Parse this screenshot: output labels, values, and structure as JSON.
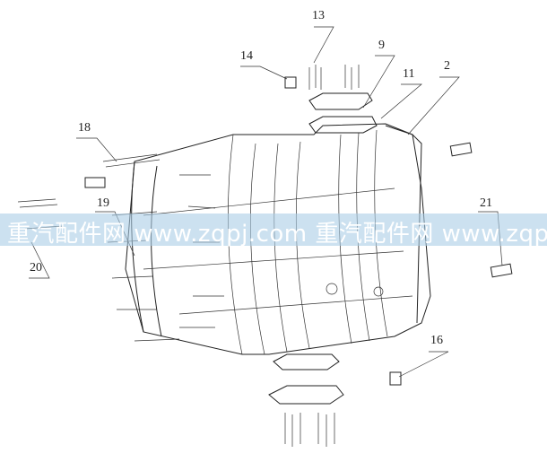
{
  "callouts": [
    "13",
    "14",
    "9",
    "11",
    "2",
    "18",
    "19",
    "20",
    "21",
    "16"
  ],
  "watermark": "重汽配件网 www.zqpj.com 重汽配件网 www.zqpj.com",
  "colors": {
    "line": "#222222",
    "watermark_band": "#aacde6",
    "bolt_highlight": "#e8d77a"
  }
}
